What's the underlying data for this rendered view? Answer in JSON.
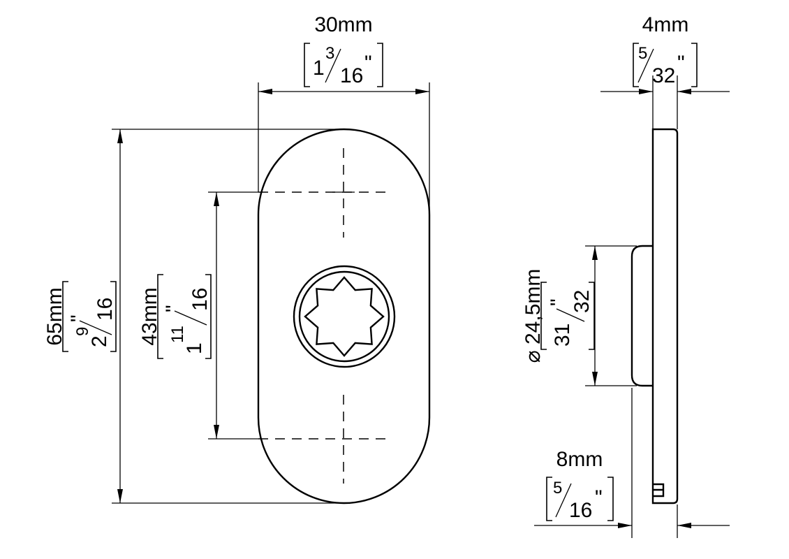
{
  "drawing": {
    "front_view": {
      "width": {
        "mm": "30mm",
        "inch_whole": "1",
        "inch_num": "3",
        "inch_den": "16",
        "inch_mark": "\""
      },
      "height": {
        "mm": "65mm",
        "inch_whole": "2",
        "inch_num": "9",
        "inch_den": "16",
        "inch_mark": "\""
      },
      "hole_spacing": {
        "mm": "43mm",
        "inch_whole": "1",
        "inch_num": "11",
        "inch_den": "16",
        "inch_mark": "\""
      }
    },
    "side_view": {
      "thickness": {
        "mm": "4mm",
        "inch_num": "5",
        "inch_den": "32",
        "inch_mark": "\""
      },
      "boss_diameter": {
        "mm": "⌀ 24,5mm",
        "inch_num": "31",
        "inch_den": "32",
        "inch_mark": "\""
      },
      "depth": {
        "mm": "8mm",
        "inch_num": "5",
        "inch_den": "16",
        "inch_mark": "\""
      }
    }
  }
}
